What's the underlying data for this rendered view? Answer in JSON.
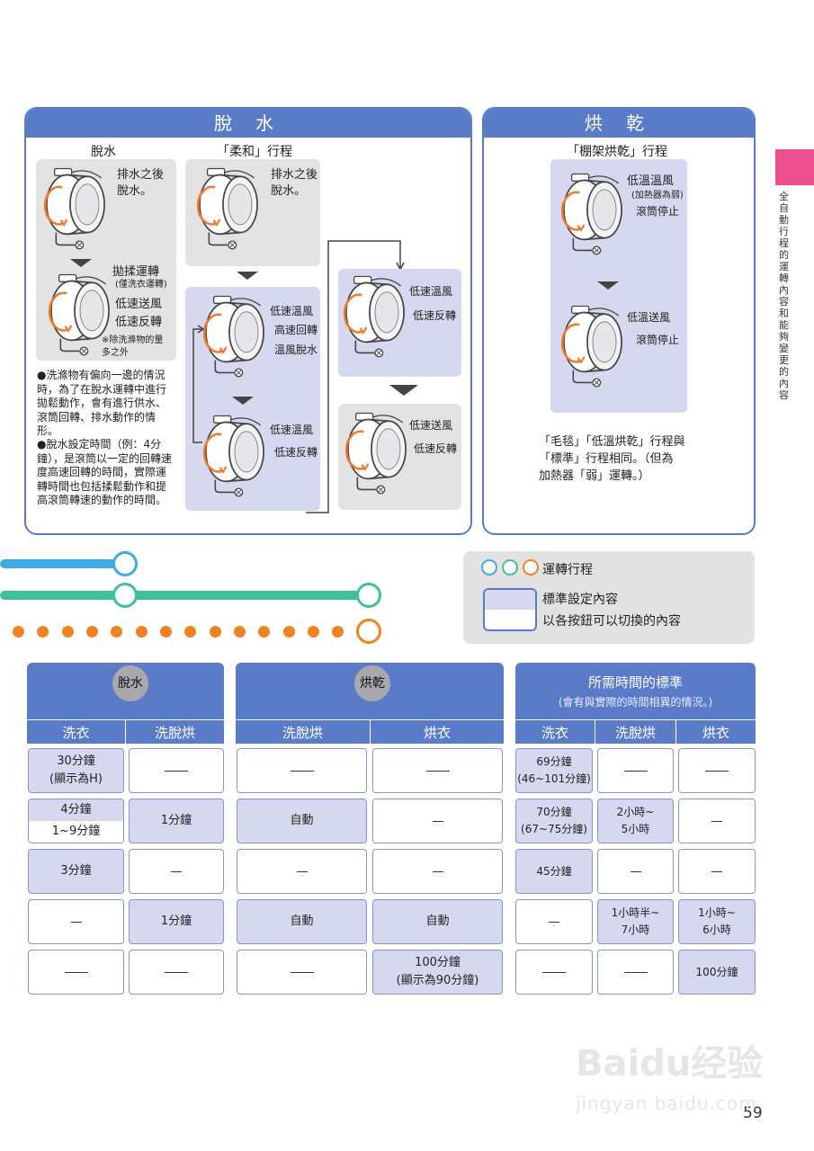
{
  "spin_panel": {
    "title": "脫 水",
    "col1": {
      "heading": "脫水",
      "step1_text": "排水之後\n脫水。",
      "step2_text1": "拋揉運轉",
      "step2_text1_sub": "(僅洗衣運轉)",
      "step2_text2": "低速送風",
      "step2_text3": "低速反轉",
      "step2_note": "※除洗滌物的量\n多之外"
    },
    "col2": {
      "heading": "「柔和」行程",
      "step1_text": "排水之後\n脫水。",
      "step2_a": "低速溫風",
      "step2_b": "高速回轉",
      "step2_c": "溫風脫水",
      "step3_a": "低速溫風",
      "step3_b": "低速反轉"
    },
    "col3": {
      "step1_a": "低速溫風",
      "step1_b": "低速反轉",
      "step2_a": "低速送風",
      "step2_b": "低速反轉"
    },
    "notes": [
      "●洗滌物有偏向一邊的情況時，為了在脫水運轉中進行拋鬆動作，會有進行供水、滾筒回轉、排水動作的情形。",
      "●脫水設定時間（例：4分鐘），是滾筒以一定的回轉速度高速回轉的時間，實際運轉時間也包括揉鬆動作和提高滾筒轉速的動作的時間。"
    ]
  },
  "dry_panel": {
    "title": "烘 乾",
    "heading": "「棚架烘乾」行程",
    "step1_a": "低溫溫風",
    "step1_sub": "(加熱器為弱)",
    "step1_b": "滾筒停止",
    "step2_a": "低溫送風",
    "step2_b": "滾筒停止",
    "note": "「毛毯」「低溫烘乾」行程與\n「標準」行程相同。（但為\n加熱器「弱」運轉。）"
  },
  "side_tab": "全自動行程的運轉內容和能夠變更的內容",
  "legend": {
    "item1": "運轉行程",
    "item2": "標準設定內容",
    "item3": "以各按鈕可以切換的內容"
  },
  "colors": {
    "blue": "#5a7cc8",
    "lavender": "#d6d8f0",
    "pink_tab": "#ec4f8e",
    "line_blue": "#3fa9e6",
    "line_green": "#3fbf9a",
    "line_orange": "#f0831f"
  },
  "table_spin": {
    "badge": "脫水",
    "cols": [
      "洗衣",
      "洗脫烘"
    ],
    "rows": [
      [
        {
          "t": "30分鐘\n(顯示為H)",
          "hl": true
        },
        {
          "t": "",
          "hl": false
        }
      ],
      [
        {
          "t": "4分鐘",
          "t2": "1~9分鐘",
          "hl": true
        },
        {
          "t": "1分鐘",
          "hl": true
        }
      ],
      [
        {
          "t": "3分鐘",
          "hl": true
        },
        {
          "t": "—",
          "hl": false
        }
      ],
      [
        {
          "t": "—",
          "hl": false
        },
        {
          "t": "1分鐘",
          "hl": true
        }
      ],
      [
        {
          "t": "",
          "hl": false
        },
        {
          "t": "",
          "hl": false
        }
      ]
    ]
  },
  "table_dry": {
    "badge": "烘乾",
    "cols": [
      "洗脫烘",
      "烘衣"
    ],
    "rows": [
      [
        {
          "t": "",
          "hl": false
        },
        {
          "t": "",
          "hl": false
        }
      ],
      [
        {
          "t": "自動",
          "hl": true
        },
        {
          "t": "—",
          "hl": false
        }
      ],
      [
        {
          "t": "—",
          "hl": false
        },
        {
          "t": "—",
          "hl": false
        }
      ],
      [
        {
          "t": "自動",
          "hl": true
        },
        {
          "t": "自動",
          "hl": true
        }
      ],
      [
        {
          "t": "",
          "hl": false
        },
        {
          "t": "100分鐘\n(顯示為90分鐘)",
          "hl": true
        }
      ]
    ]
  },
  "table_time": {
    "title": "所需時間的標準",
    "subtitle": "(會有與實際的時間相異的情況。)",
    "cols": [
      "洗衣",
      "洗脫烘",
      "烘衣"
    ],
    "rows": [
      [
        {
          "t": "69分鐘\n(46~101分鐘)",
          "hl": true
        },
        {
          "t": "",
          "hl": false
        },
        {
          "t": "",
          "hl": false
        }
      ],
      [
        {
          "t": "70分鐘\n(67~75分鐘)",
          "hl": true
        },
        {
          "t": "2小時~\n5小時",
          "hl": true
        },
        {
          "t": "—",
          "hl": false
        }
      ],
      [
        {
          "t": "45分鐘",
          "hl": true
        },
        {
          "t": "—",
          "hl": false
        },
        {
          "t": "—",
          "hl": false
        }
      ],
      [
        {
          "t": "—",
          "hl": false
        },
        {
          "t": "1小時半~\n7小時",
          "hl": true
        },
        {
          "t": "1小時~\n6小時",
          "hl": true
        }
      ],
      [
        {
          "t": "",
          "hl": false
        },
        {
          "t": "",
          "hl": false
        },
        {
          "t": "100分鐘",
          "hl": true
        }
      ]
    ]
  },
  "page_number": "59",
  "watermark": {
    "line1": "Baidu经验",
    "line2": "jingyan.baidu.com"
  }
}
